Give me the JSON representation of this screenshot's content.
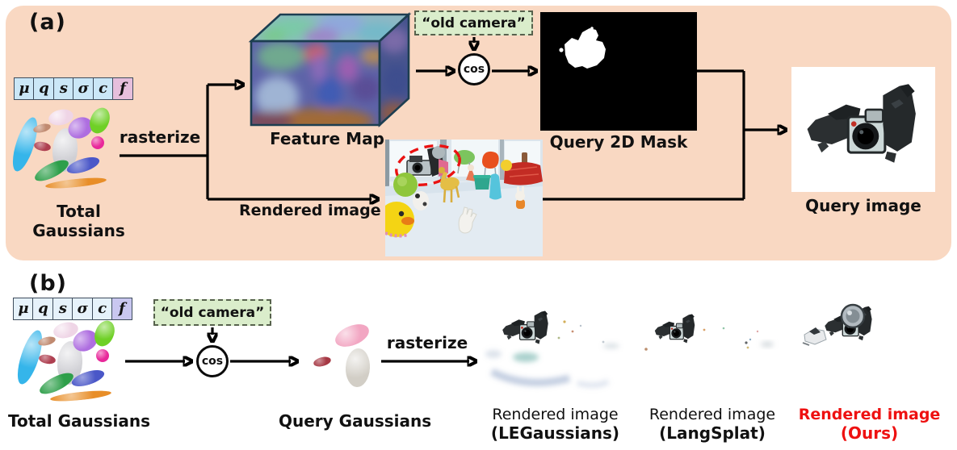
{
  "colors": {
    "panel_a_bg": "#F9D8C2",
    "panel_b_bg": "#BDE4F7",
    "query_text_bg": "#DAEDCB",
    "highlight": "#EE1111",
    "param_cell_a": "#CBE7F7",
    "param_cell_a_f": "#E6BFDC",
    "param_cell_b": "#E6F2FB",
    "param_cell_b_f": "#C9C7F0",
    "arrow": "#000000"
  },
  "panel_a": {
    "label": "(a)",
    "params": [
      "μ",
      "q",
      "s",
      "σ",
      "c",
      "f"
    ],
    "total_gaussians_line1": "Total",
    "total_gaussians_line2": "Gaussians",
    "rasterize_label": "rasterize",
    "feature_map_label": "Feature Map",
    "query_text": "“old camera”",
    "cos_label": "cos",
    "mask_label": "Query 2D Mask",
    "rendered_image_label": "Rendered image",
    "query_image_label": "Query image"
  },
  "panel_b": {
    "label": "(b)",
    "params": [
      "μ",
      "q",
      "s",
      "σ",
      "c",
      "f"
    ],
    "total_gaussians_label": "Total Gaussians",
    "query_text": "“old camera”",
    "cos_label": "cos",
    "query_gaussians_label": "Query Gaussians",
    "rasterize_label": "rasterize",
    "outputs": [
      {
        "line1": "Rendered image",
        "line2": "(LEGaussians)",
        "highlight": false
      },
      {
        "line1": "Rendered image",
        "line2": "(LangSplat)",
        "highlight": false
      },
      {
        "line1": "Rendered image",
        "line2": "(Ours)",
        "highlight": true
      }
    ]
  }
}
